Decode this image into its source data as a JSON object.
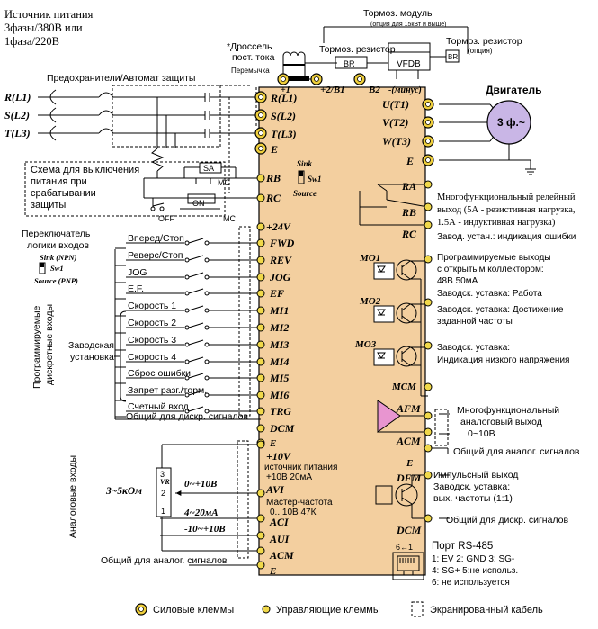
{
  "colors": {
    "body": "#f3cf9f",
    "terminal_power": "#efcf3c",
    "terminal_control": "#f0d84a",
    "amp": "#e895d0",
    "motor": "#c9b6e6"
  },
  "power_source": {
    "title": "Источник питания",
    "line1": "3фазы/380В или",
    "line2": "1фаза/220В"
  },
  "fuses_label": "Предохранители/Автомат защиты",
  "choke": {
    "line1": "*Дроссель",
    "line2": "пост. тока",
    "jumper": "Перемычка"
  },
  "brake_resistor_top": {
    "label": "Тормоз. резистор",
    "sub": "(опция)",
    "box": "BR"
  },
  "brake_module": {
    "line1": "Тормоз. модуль",
    "line2": "(опция для 15кВт и выше)",
    "box": "VFDB"
  },
  "brake_resistor_right": {
    "label": "Тормоз. резистор",
    "sub": "(опция)",
    "box": "BR"
  },
  "top_terminals": {
    "plus1": "+1",
    "plus2": "+2/B1",
    "b2": "B2",
    "minus": "-(минус)"
  },
  "motor": {
    "title": "Двигатель",
    "label": "3 ф.~"
  },
  "input_lines": [
    "R(L1)",
    "S(L2)",
    "T(L3)"
  ],
  "power_terminals_in": [
    "R(L1)",
    "S(L2)",
    "T(L3)",
    "E"
  ],
  "power_terminals_out": [
    "U(T1)",
    "V(T2)",
    "W(T3)",
    "E"
  ],
  "trip_circuit": {
    "line1": "Схема для выключения",
    "line2": "питания при",
    "line3": "срабатывании",
    "line4": "защиты",
    "sa": "SA",
    "mc": "MC",
    "off": "OFF",
    "on": "ON",
    "mc2": "MC"
  },
  "relay_terminals": [
    "RB",
    "RC"
  ],
  "sink_switch": {
    "sink": "Sink",
    "sw": "Sw1",
    "source": "Source"
  },
  "input_switch": {
    "line1": "Переключатель",
    "line2": "логики входов",
    "sink": "Sink (NPN)",
    "sw": "Sw1",
    "source": "Source (PNP)"
  },
  "plus24": "+24V",
  "digital_inputs": [
    {
      "label": "Вперед/Стоп",
      "terminal": "FWD"
    },
    {
      "label": "Реверс/Стоп",
      "terminal": "REV"
    },
    {
      "label": "JOG",
      "terminal": "JOG"
    },
    {
      "label": "E.F.",
      "terminal": "EF"
    },
    {
      "label": "Скорость 1",
      "terminal": "MI1"
    },
    {
      "label": "Скорость 2",
      "terminal": "MI2"
    },
    {
      "label": "Скорость 3",
      "terminal": "MI3"
    },
    {
      "label": "Скорость 4",
      "terminal": "MI4"
    },
    {
      "label": "Сброс ошибки",
      "terminal": "MI5"
    },
    {
      "label": "Запрет разг./торм.",
      "terminal": "MI6"
    },
    {
      "label": "Счетный вход",
      "terminal": "TRG"
    }
  ],
  "digital_common": {
    "label": "Общий для дискр. сигналов",
    "terminal": "DCM",
    "e": "E"
  },
  "programmable_inputs": {
    "line1": "Программируемые",
    "line2": "дискретные входы"
  },
  "factory_setting": {
    "line1": "Заводская",
    "line2": "установка"
  },
  "relay_out": {
    "ra": "RA",
    "rb": "RB",
    "rc": "RC",
    "desc1": "Многофункциональный релейный",
    "desc2": "выход (5А - резистивная нагрузка,",
    "desc3": "1.5А - индуктивная нагрузка)",
    "desc4": "Завод. устан.: индикация ошибки"
  },
  "open_collector": {
    "mo1": "MO1",
    "mo2": "MO2",
    "mo3": "MO3",
    "mcm": "MCM",
    "desc1": "Программируемые выходы",
    "desc2": "с открытым коллектором:",
    "desc3": "48В 50мА",
    "desc4": "Заводск. уставка: Работа",
    "desc5": "Заводск. уставка: Достижение",
    "desc6": "заданной частоты",
    "desc7": "Заводск. уставка:",
    "desc8": "Индикация низкого напряжения"
  },
  "analog_out": {
    "afm": "AFM",
    "acm": "ACM",
    "desc1": "Многофункциональный",
    "desc2": "аналоговый выход",
    "desc3": "0~10В",
    "common": "Общий для аналог. сигналов",
    "e": "E"
  },
  "pulse_out": {
    "dfm": "DFM",
    "dcm": "DCM",
    "desc1": "Импульсный выход",
    "desc2": "Заводск. уставка:",
    "desc3": "вых. частоты (1:1)",
    "common": "Общий для дискр. сигналов"
  },
  "analog_inputs": {
    "title": "Аналоговые входы",
    "pot": "3~5кОм",
    "vr": "VR",
    "p3": "3",
    "p2": "2",
    "p1": "1",
    "v10": "0~+10В",
    "ma": "4~20мА",
    "neg": "-10~+10В",
    "plus10": "+10V",
    "plus10_desc1": "источник питания",
    "plus10_desc2": "+10В 20мА",
    "avi": "AVI",
    "avi_desc1": "Мастер-частота",
    "avi_desc2": "0...10В 47К",
    "aci": "ACI",
    "aui": "AUI",
    "acm": "ACM",
    "e": "E",
    "common": "Общий для аналог. сигналов"
  },
  "rs485": {
    "title": "Порт RS-485",
    "pin": "6←1",
    "l1": "1: EV 2: GND 3: SG-",
    "l2": "4: SG+ 5:не использ.",
    "l3": "6: не используется"
  },
  "legend": {
    "power": "Силовые клеммы",
    "control": "Управляющие клеммы",
    "shielded": "Экранированный кабель"
  }
}
